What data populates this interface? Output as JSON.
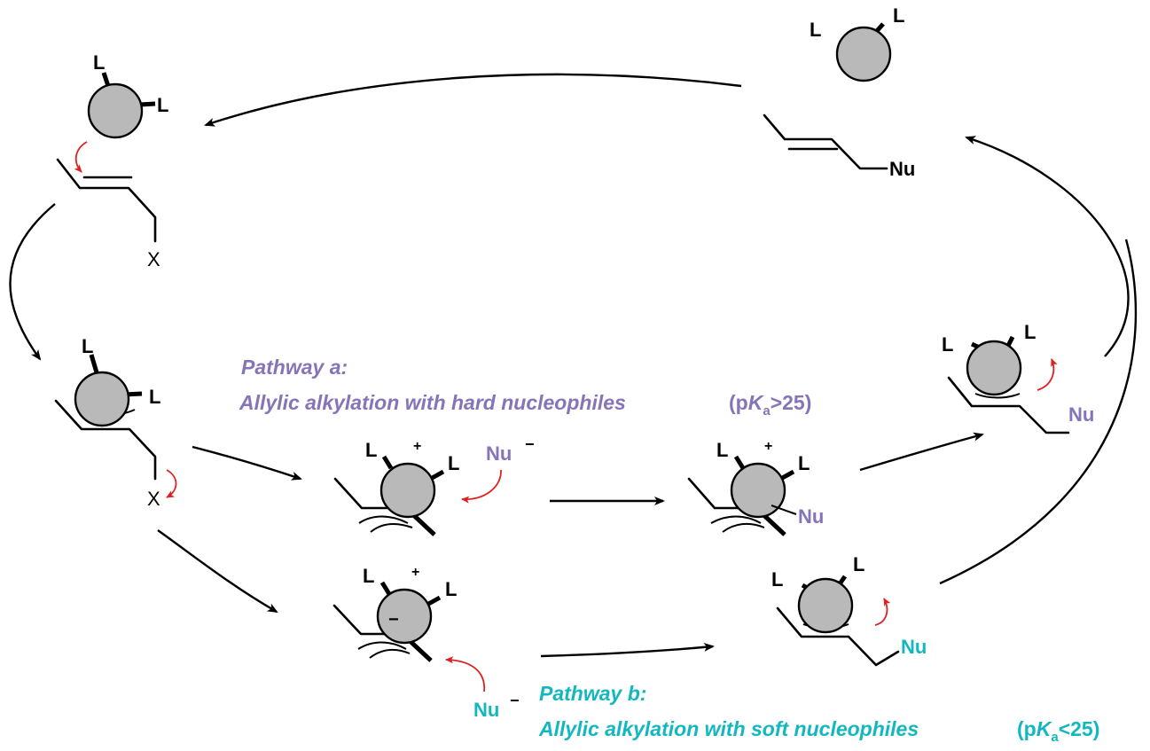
{
  "labels": {
    "ligand": "L",
    "leaving_group": "X",
    "nucleophile": "Nu",
    "plus": "+",
    "minus": "−"
  },
  "pathway_a": {
    "title": "Pathway a:",
    "description": "Allylic alkylation with hard nucleophiles",
    "pka_prefix": "(p",
    "pka_k": "K",
    "pka_sub": "a",
    "pka_suffix": ">25)"
  },
  "pathway_b": {
    "title": "Pathway b:",
    "description": "Allylic alkylation with soft nucleophiles",
    "pka_prefix": "(p",
    "pka_k": "K",
    "pka_sub": "a",
    "pka_suffix": "<25)"
  },
  "colors": {
    "pathway_a": "#8674b8",
    "pathway_b": "#13b8bf",
    "curly_arrow": "#e02020",
    "metal_fill": "#b9b9b9"
  }
}
